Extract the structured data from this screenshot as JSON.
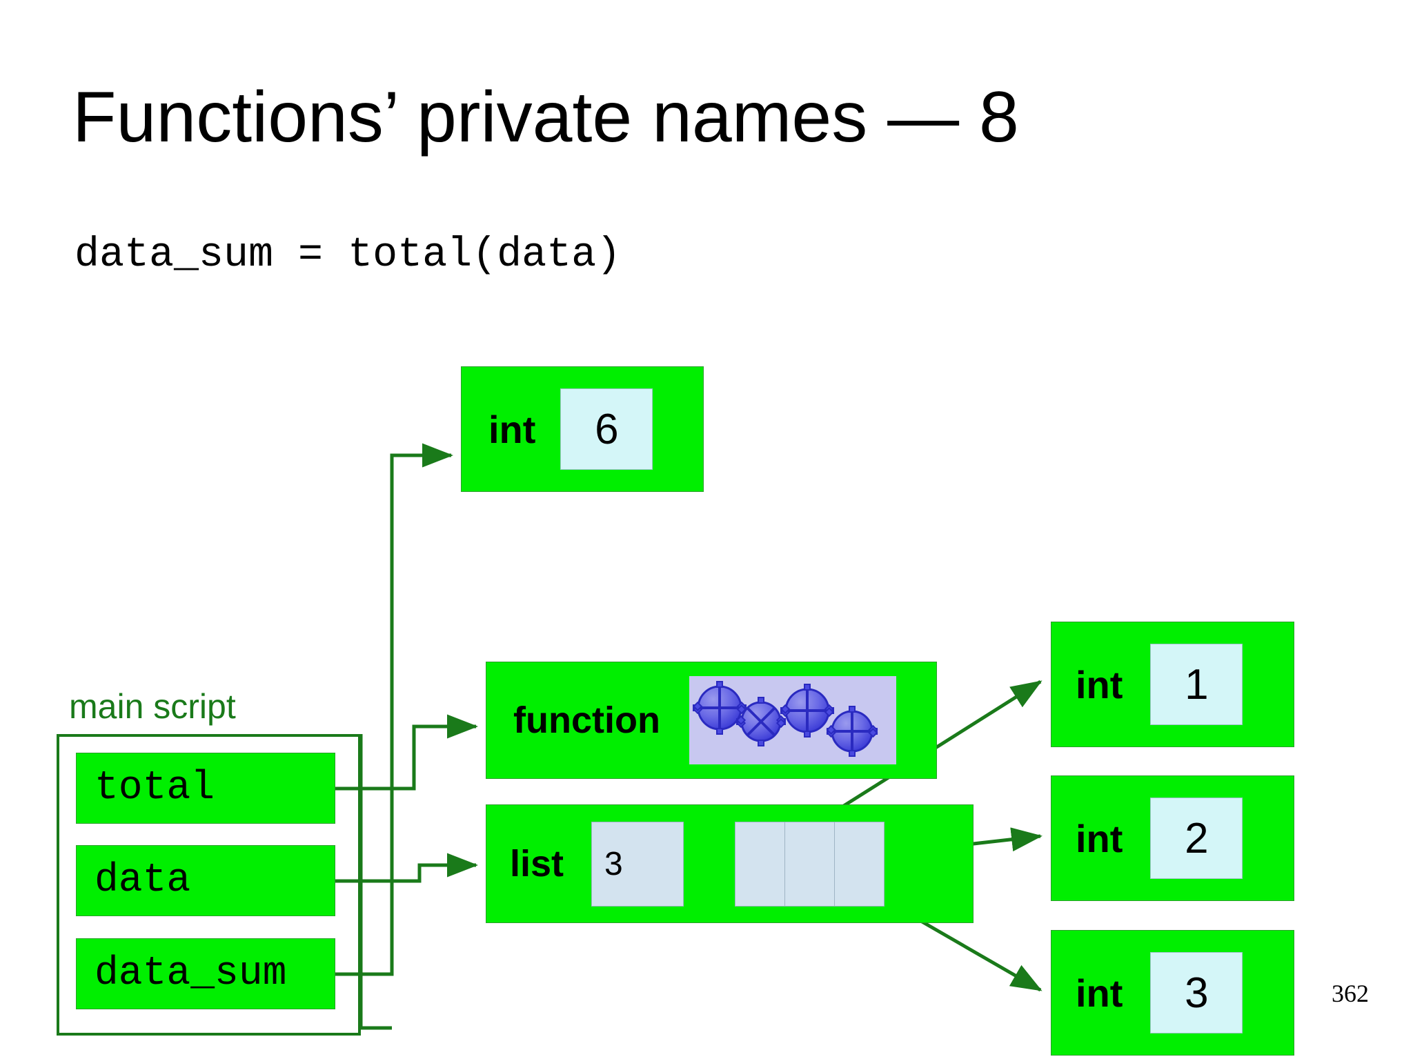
{
  "slide": {
    "title": "Functions’ private names — 8",
    "code_line": "data_sum = total(data)",
    "page_number": "362",
    "colors": {
      "block_fill": "#00ef00",
      "block_border": "#2aa02a",
      "int_value_fill": "#d4f6f8",
      "list_cell_fill": "#d3e3ef",
      "gear_panel_fill": "#c8c8f0",
      "gear_blue": "#4a4ae0",
      "wire_green": "#1a7a1a",
      "label_green": "#1a7a1a"
    }
  },
  "namespace": {
    "label": "main script",
    "variables": [
      {
        "name": "total"
      },
      {
        "name": "data"
      },
      {
        "name": "data_sum"
      }
    ]
  },
  "objects": {
    "int_six": {
      "type": "int",
      "value": "6"
    },
    "function": {
      "type": "function",
      "icon": "gears-icon"
    },
    "list": {
      "type": "list",
      "length": "3",
      "slots": [
        "",
        "",
        ""
      ]
    },
    "int_one": {
      "type": "int",
      "value": "1"
    },
    "int_two": {
      "type": "int",
      "value": "2"
    },
    "int_three": {
      "type": "int",
      "value": "3"
    }
  }
}
